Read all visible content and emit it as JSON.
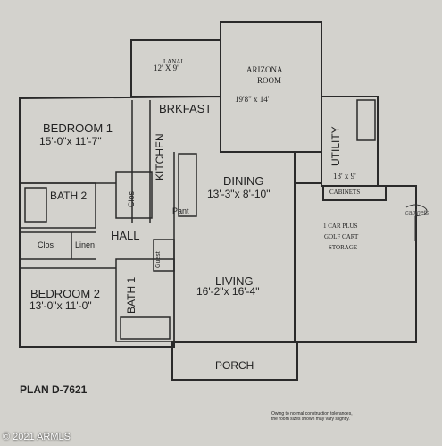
{
  "rooms": {
    "lanai": {
      "name": "LANAI",
      "dims": "12' X 9'"
    },
    "arizona": {
      "name1": "ARIZONA",
      "name2": "ROOM",
      "dims": "19'8\" x 14'"
    },
    "brkfast": "BRKFAST",
    "bedroom1": {
      "name": "BEDROOM 1",
      "dims": "15'-0\"x 11'-7\""
    },
    "kitchen": "KITCHEN",
    "clos": "Clos",
    "pant": "Pant",
    "dining": {
      "name": "DINING",
      "dims": "13'-3\"x 8'-10\""
    },
    "utility": {
      "name": "UTILITY",
      "dims": "13' x 9'"
    },
    "cabinets": "CABINETS",
    "garage": {
      "line1": "1 CAR PLUS",
      "line2": "GOLF CART",
      "line3": "STORAGE"
    },
    "bath2": "BATH 2",
    "clos2": "Clos",
    "linen": "Linen",
    "hall": "HALL",
    "guest": "Guest",
    "bath1": "BATH 1",
    "bedroom2": {
      "name": "BEDROOM 2",
      "dims": "13'-0\"x 11'-0\""
    },
    "living": {
      "name": "LIVING",
      "dims": "16'-2\"x 16'-4\""
    },
    "porch": "PORCH",
    "handwriting": "cabinets"
  },
  "plan_label": "PLAN D-7621",
  "note_line1": "Owing to normal construction tolerances,",
  "note_line2": "the room sizes shown may vary slightly.",
  "copyright": "© 2021 ARMLS",
  "colors": {
    "paper": "#d3d2cd",
    "ink": "#2a2a2a",
    "watermark": "#ffffff"
  }
}
